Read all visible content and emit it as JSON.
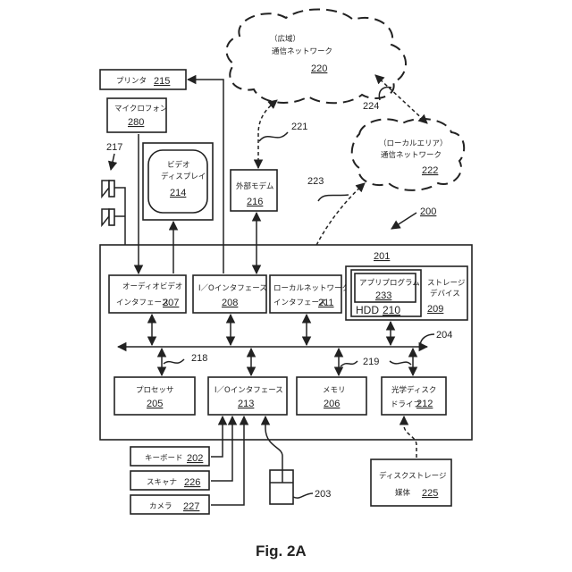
{
  "figure": {
    "caption": "Fig. 2A",
    "system_ref": "200",
    "computer_ref": "201"
  },
  "clouds": {
    "wan": {
      "line1": "（広域）",
      "line2": "通信ネットワーク",
      "ref": "220"
    },
    "lan": {
      "line1": "（ローカルエリア）",
      "line2": "通信ネットワーク",
      "ref": "222"
    }
  },
  "external": {
    "printer": {
      "label": "プリンタ",
      "ref": "215"
    },
    "microphone": {
      "label": "マイクロフォン",
      "ref": "280"
    },
    "speakers": {
      "ref": "217"
    },
    "display": {
      "line1": "ビデオ",
      "line2": "ディスプレイ",
      "ref": "214"
    },
    "modem": {
      "label": "外部モデム",
      "ref": "216"
    },
    "keyboard": {
      "label": "キーボード",
      "ref": "202"
    },
    "scanner": {
      "label": "スキャナ",
      "ref": "226"
    },
    "camera": {
      "label": "カメラ",
      "ref": "227"
    },
    "mouse": {
      "ref": "203"
    },
    "disk_media": {
      "line1": "ディスクストレージ",
      "line2": "媒体",
      "ref": "225"
    }
  },
  "internal": {
    "av_interface": {
      "line1": "オーディオビデオ",
      "line2": "インタフェース",
      "ref": "207"
    },
    "io_interface_208": {
      "line1": "I／Oインタフェース",
      "ref": "208"
    },
    "lan_interface": {
      "line1": "ローカルネットワーク",
      "line2": "インタフェース",
      "ref": "211"
    },
    "storage": {
      "line1": "ストレージ",
      "line2": "デバイス",
      "ref": "209"
    },
    "hdd": {
      "label": "HDD",
      "ref": "210"
    },
    "app_program": {
      "label": "アプリプログラム",
      "ref": "233"
    },
    "processor": {
      "label": "プロセッサ",
      "ref": "205"
    },
    "io_interface_213": {
      "line1": "I／Oインタフェース",
      "ref": "213"
    },
    "memory": {
      "label": "メモリ",
      "ref": "206"
    },
    "optical_drive": {
      "line1": "光学ディスク",
      "line2": "ドライブ",
      "ref": "212"
    }
  },
  "connections": {
    "bus": "204",
    "link_218": "218",
    "link_219": "219",
    "link_221": "221",
    "link_223": "223",
    "link_224": "224"
  }
}
